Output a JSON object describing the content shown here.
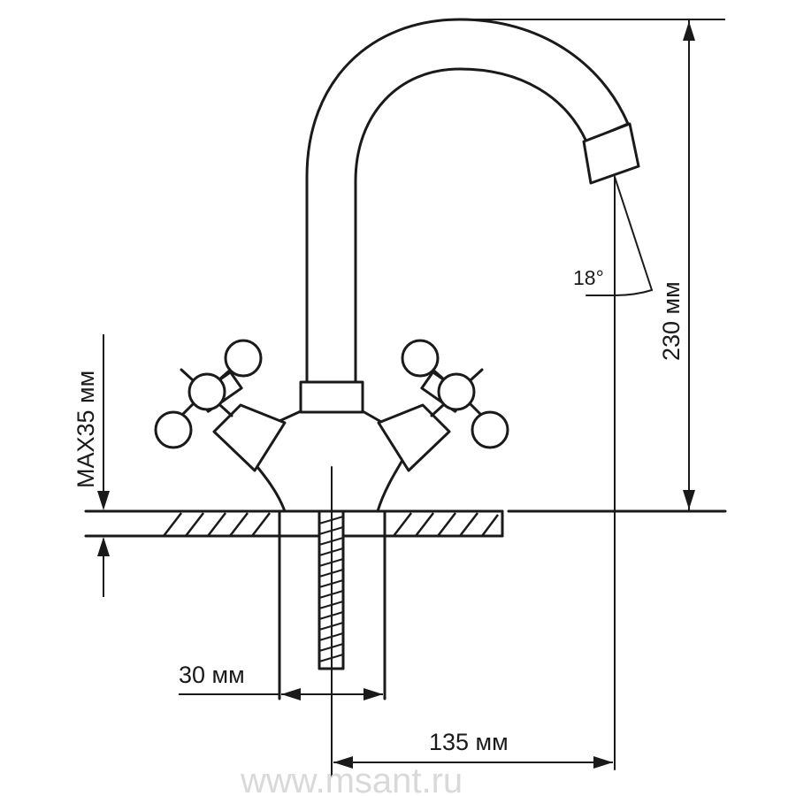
{
  "labels": {
    "height": "230 мм",
    "angle": "18°",
    "max_thickness": "MAX35 мм",
    "hole_diameter": "30 мм",
    "reach": "135 мм"
  },
  "watermark": "www.msant.ru",
  "colors": {
    "line": "#1a1a1a",
    "background": "#ffffff",
    "watermark": "#d9d9d9"
  }
}
